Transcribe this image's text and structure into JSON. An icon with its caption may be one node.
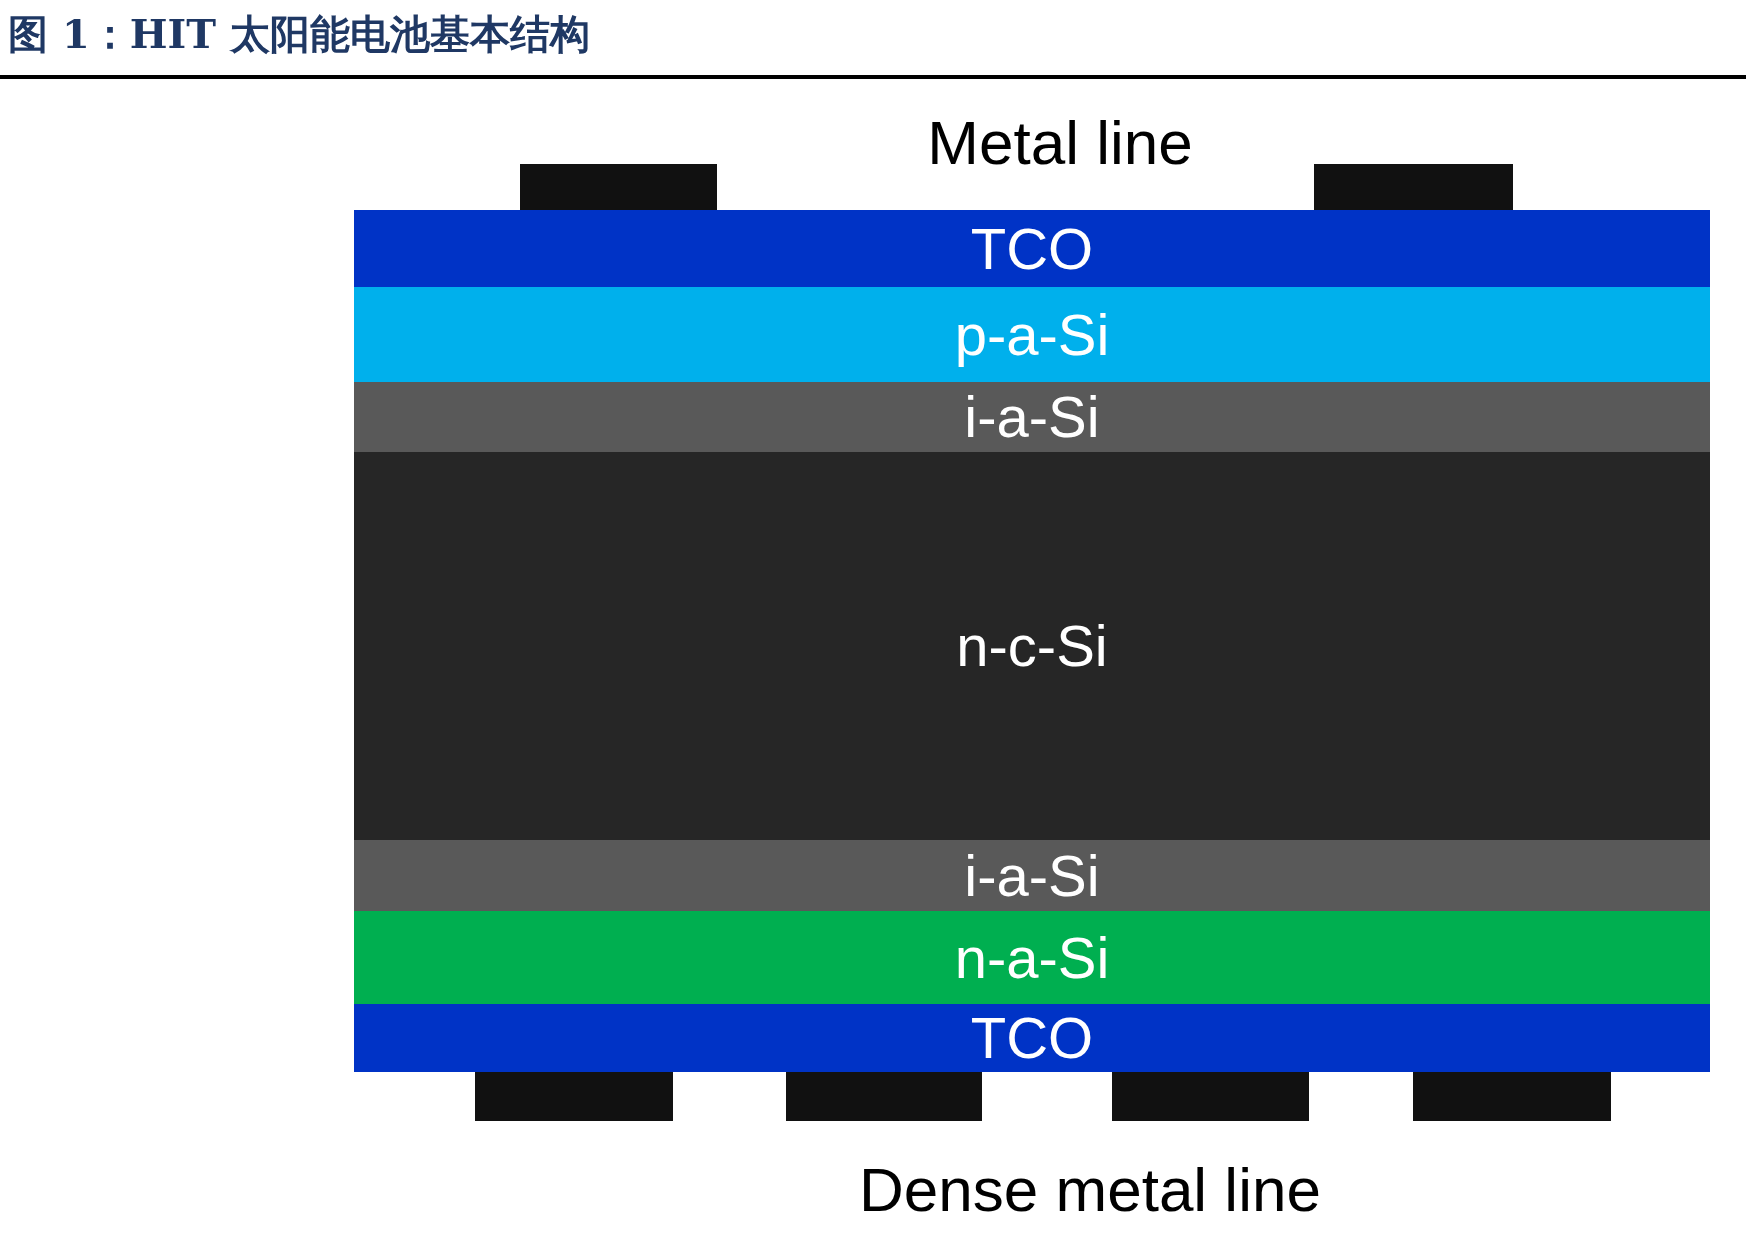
{
  "diagram": {
    "title": "图 1：HIT 太阳能电池基本结构",
    "nodes": [
      {
        "text": [],
        "shape": "bar"
      },
      {
        "text": [],
        "shape": "bar"
      },
      {
        "text": [
          "TCO"
        ]
      },
      {
        "text": [
          "p-a-Si"
        ]
      },
      {
        "text": [
          "i-a-Si"
        ]
      },
      {
        "text": [
          "n-c-Si"
        ]
      },
      {
        "text": [
          "i-a-Si"
        ]
      },
      {
        "text": [
          "n-a-Si"
        ]
      },
      {
        "text": [
          "TCO"
        ]
      },
      {
        "text": [],
        "shape": "bar"
      },
      {
        "text": [],
        "shape": "bar"
      },
      {
        "text": [],
        "shape": "bar"
      },
      {
        "text": [],
        "shape": "bar"
      }
    ],
    "labels": [
      "Metal line",
      "Dense metal line"
    ]
  }
}
